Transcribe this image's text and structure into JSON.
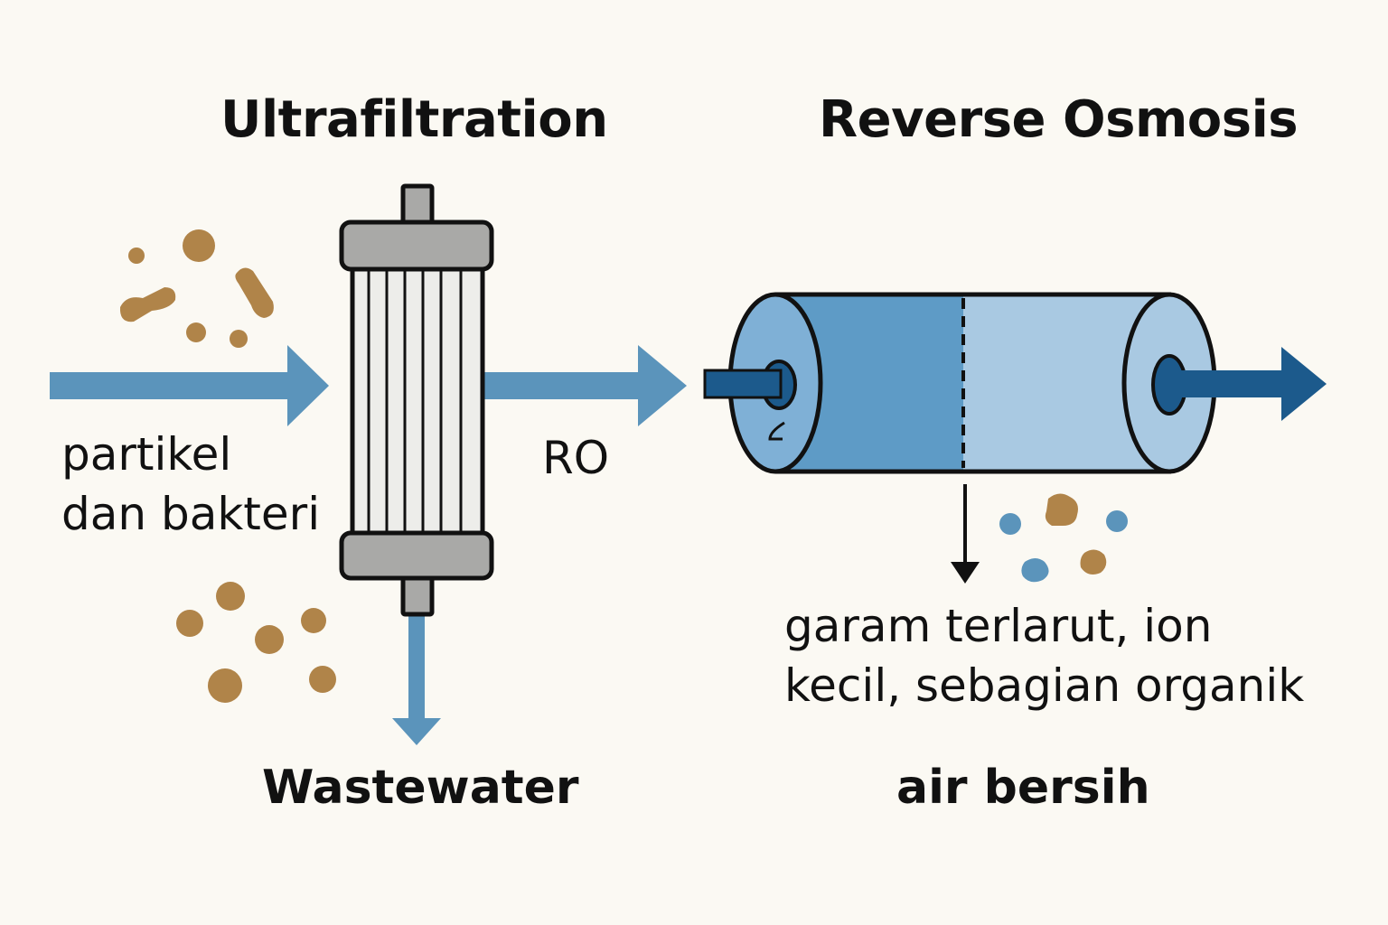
{
  "titles": {
    "ultrafiltration": "Ultrafiltration",
    "reverse_osmosis": "Reverse Osmosis"
  },
  "labels": {
    "particles_line1": "partikel",
    "particles_line2": "dan bakteri",
    "ro": "RO",
    "wastewater": "Wastewater",
    "salts_line1": "garam terlarut, ion",
    "salts_line2": "kecil, sebagian organik",
    "clean_water": "air bersih"
  },
  "colors": {
    "background": "#fbf9f3",
    "flow_arrow": "#5b94bb",
    "ro_arrow": "#1c5a8c",
    "particle": "#b08449",
    "ion": "#5b94bb",
    "filter_cap": "#a9a9a7",
    "filter_body": "#ededea",
    "membrane_feed": "#5e9bc6",
    "membrane_permeate": "#a9c9e2"
  }
}
